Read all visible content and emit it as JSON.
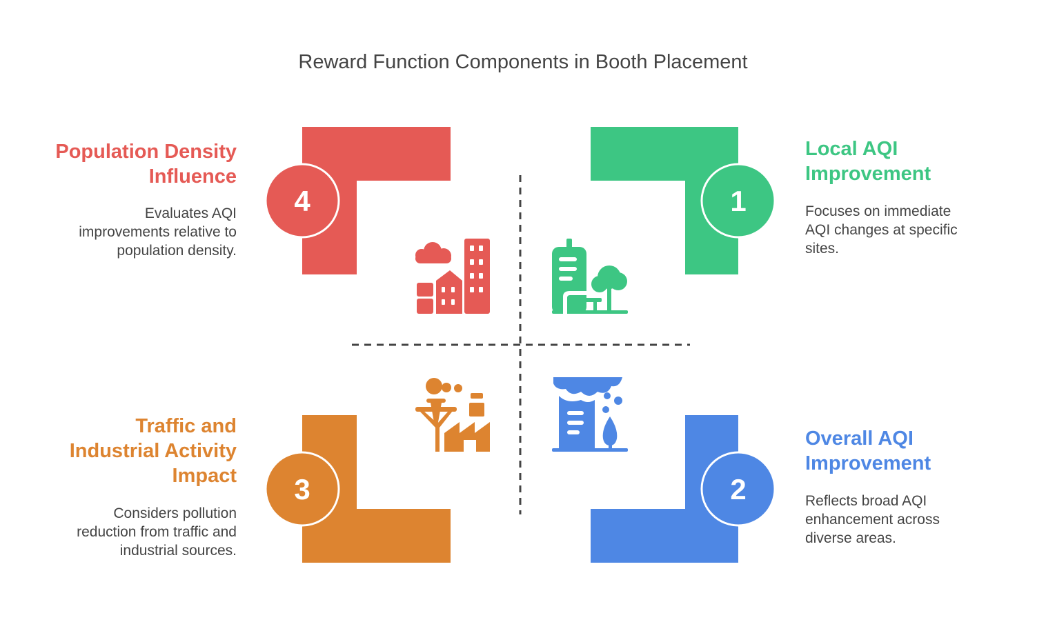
{
  "title": "Reward Function Components in Booth Placement",
  "colors": {
    "red": "#E55A55",
    "green": "#3DC683",
    "orange": "#DD8430",
    "blue": "#4E87E4",
    "divider": "#444444"
  },
  "components": [
    {
      "number": "1",
      "heading_line1": "Local AQI",
      "heading_line2": "Improvement",
      "description_line1": "Focuses on immediate",
      "description_line2": "AQI changes at specific",
      "description_line3": "sites.",
      "color": "#3DC683",
      "icon": "city-park-icon"
    },
    {
      "number": "2",
      "heading_line1": "Overall AQI",
      "heading_line2": "Improvement",
      "description_line1": "Reflects broad AQI",
      "description_line2": "enhancement across",
      "description_line3": "diverse areas.",
      "color": "#4E87E4",
      "icon": "polluted-city-icon"
    },
    {
      "number": "3",
      "heading_line1": "Traffic and",
      "heading_line2": "Industrial Activity",
      "heading_line3": "Impact",
      "description_line1": "Considers pollution",
      "description_line2": "reduction from traffic and",
      "description_line3": "industrial sources.",
      "color": "#DD8430",
      "icon": "factory-power-line-icon"
    },
    {
      "number": "4",
      "heading_line1": "Population Density",
      "heading_line2": "Influence",
      "description_line1": "Evaluates AQI",
      "description_line2": "improvements relative to",
      "description_line3": "population density.",
      "color": "#E55A55",
      "icon": "city-buildings-icon"
    }
  ]
}
